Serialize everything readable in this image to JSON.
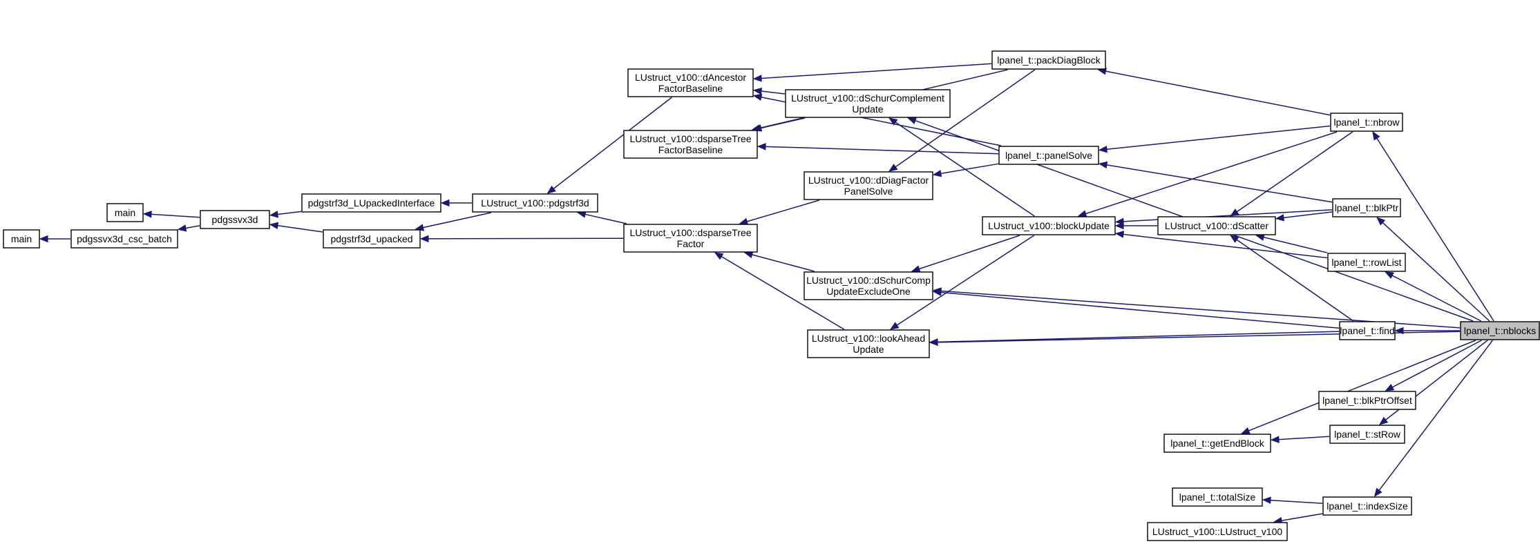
{
  "colors": {
    "edge": "#191970",
    "highlight_fill": "#bfbfbf",
    "node_border": "#000000"
  },
  "graph": {
    "nodes": {
      "main_a": {
        "lines": [
          "main"
        ]
      },
      "main_b": {
        "lines": [
          "main"
        ]
      },
      "pdgssvx3d_csc_batch": {
        "lines": [
          "pdgssvx3d_csc_batch"
        ]
      },
      "pdgssvx3d": {
        "lines": [
          "pdgssvx3d"
        ]
      },
      "pdgstrf3d_LUpackedInterface": {
        "lines": [
          "pdgstrf3d_LUpackedInterface"
        ]
      },
      "pdgstrf3d_upacked": {
        "lines": [
          "pdgstrf3d_upacked"
        ]
      },
      "pdgstrf3d": {
        "lines": [
          "LUstruct_v100::pdgstrf3d"
        ]
      },
      "dAncestorFactorBaseline": {
        "lines": [
          "LUstruct_v100::dAncestor",
          "FactorBaseline"
        ]
      },
      "dsparseTreeFactorBaseline": {
        "lines": [
          "LUstruct_v100::dsparseTree",
          "FactorBaseline"
        ]
      },
      "dsparseTreeFactor": {
        "lines": [
          "LUstruct_v100::dsparseTree",
          "Factor"
        ]
      },
      "dSchurComplementUpdate": {
        "lines": [
          "LUstruct_v100::dSchurComplement",
          "Update"
        ]
      },
      "dDiagFactorPanelSolve": {
        "lines": [
          "LUstruct_v100::dDiagFactor",
          "PanelSolve"
        ]
      },
      "dSchurCompUpdateExcludeOne": {
        "lines": [
          "LUstruct_v100::dSchurComp",
          "UpdateExcludeOne"
        ]
      },
      "lookAheadUpdate": {
        "lines": [
          "LUstruct_v100::lookAhead",
          "Update"
        ]
      },
      "packDiagBlock": {
        "lines": [
          "lpanel_t::packDiagBlock"
        ]
      },
      "panelSolve": {
        "lines": [
          "lpanel_t::panelSolve"
        ]
      },
      "blockUpdate": {
        "lines": [
          "LUstruct_v100::blockUpdate"
        ]
      },
      "dScatter": {
        "lines": [
          "LUstruct_v100::dScatter"
        ]
      },
      "nbrow": {
        "lines": [
          "lpanel_t::nbrow"
        ]
      },
      "blkPtr": {
        "lines": [
          "lpanel_t::blkPtr"
        ]
      },
      "rowList": {
        "lines": [
          "lpanel_t::rowList"
        ]
      },
      "find": {
        "lines": [
          "lpanel_t::find"
        ]
      },
      "blkPtrOffset": {
        "lines": [
          "lpanel_t::blkPtrOffset"
        ]
      },
      "getEndBlock": {
        "lines": [
          "lpanel_t::getEndBlock"
        ]
      },
      "stRow": {
        "lines": [
          "lpanel_t::stRow"
        ]
      },
      "totalSize": {
        "lines": [
          "lpanel_t::totalSize"
        ]
      },
      "LUstruct_v100": {
        "lines": [
          "LUstruct_v100::LUstruct_v100"
        ]
      },
      "indexSize": {
        "lines": [
          "lpanel_t::indexSize"
        ]
      },
      "nblocks": {
        "lines": [
          "lpanel_t::nblocks"
        ]
      }
    },
    "edges": [
      [
        "main_b",
        "pdgssvx3d_csc_batch"
      ],
      [
        "pdgssvx3d_csc_batch",
        "pdgssvx3d"
      ],
      [
        "main_a",
        "pdgssvx3d"
      ],
      [
        "pdgssvx3d",
        "pdgstrf3d_LUpackedInterface"
      ],
      [
        "pdgssvx3d",
        "pdgstrf3d_upacked"
      ],
      [
        "pdgstrf3d_LUpackedInterface",
        "pdgstrf3d"
      ],
      [
        "pdgstrf3d_upacked",
        "pdgstrf3d"
      ],
      [
        "pdgstrf3d_upacked",
        "dsparseTreeFactor"
      ],
      [
        "pdgstrf3d",
        "dAncestorFactorBaseline"
      ],
      [
        "pdgstrf3d",
        "dsparseTreeFactor"
      ],
      [
        "dAncestorFactorBaseline",
        "dSchurComplementUpdate"
      ],
      [
        "dAncestorFactorBaseline",
        "packDiagBlock"
      ],
      [
        "dAncestorFactorBaseline",
        "panelSolve"
      ],
      [
        "dsparseTreeFactorBaseline",
        "dSchurComplementUpdate"
      ],
      [
        "dsparseTreeFactorBaseline",
        "packDiagBlock"
      ],
      [
        "dsparseTreeFactorBaseline",
        "panelSolve"
      ],
      [
        "dsparseTreeFactor",
        "dDiagFactorPanelSolve"
      ],
      [
        "dsparseTreeFactor",
        "dSchurCompUpdateExcludeOne"
      ],
      [
        "dsparseTreeFactor",
        "lookAheadUpdate"
      ],
      [
        "dDiagFactorPanelSolve",
        "packDiagBlock"
      ],
      [
        "dDiagFactorPanelSolve",
        "panelSolve"
      ],
      [
        "dSchurComplementUpdate",
        "blockUpdate"
      ],
      [
        "dSchurComplementUpdate",
        "nblocks"
      ],
      [
        "dSchurCompUpdateExcludeOne",
        "blockUpdate"
      ],
      [
        "dSchurCompUpdateExcludeOne",
        "find"
      ],
      [
        "dSchurCompUpdateExcludeOne",
        "nblocks"
      ],
      [
        "lookAheadUpdate",
        "blockUpdate"
      ],
      [
        "lookAheadUpdate",
        "find"
      ],
      [
        "lookAheadUpdate",
        "nblocks"
      ],
      [
        "packDiagBlock",
        "nbrow"
      ],
      [
        "panelSolve",
        "nbrow"
      ],
      [
        "panelSolve",
        "blkPtr"
      ],
      [
        "blockUpdate",
        "dScatter"
      ],
      [
        "blockUpdate",
        "nbrow"
      ],
      [
        "blockUpdate",
        "blkPtr"
      ],
      [
        "blockUpdate",
        "rowList"
      ],
      [
        "dScatter",
        "nbrow"
      ],
      [
        "dScatter",
        "blkPtr"
      ],
      [
        "dScatter",
        "rowList"
      ],
      [
        "dScatter",
        "find"
      ],
      [
        "nbrow",
        "nblocks"
      ],
      [
        "blkPtr",
        "nblocks"
      ],
      [
        "rowList",
        "nblocks"
      ],
      [
        "find",
        "nblocks"
      ],
      [
        "blkPtrOffset",
        "nblocks"
      ],
      [
        "stRow",
        "nblocks"
      ],
      [
        "getEndBlock",
        "stRow"
      ],
      [
        "getEndBlock",
        "nblocks"
      ],
      [
        "indexSize",
        "nblocks"
      ],
      [
        "totalSize",
        "indexSize"
      ],
      [
        "LUstruct_v100",
        "indexSize"
      ]
    ]
  }
}
